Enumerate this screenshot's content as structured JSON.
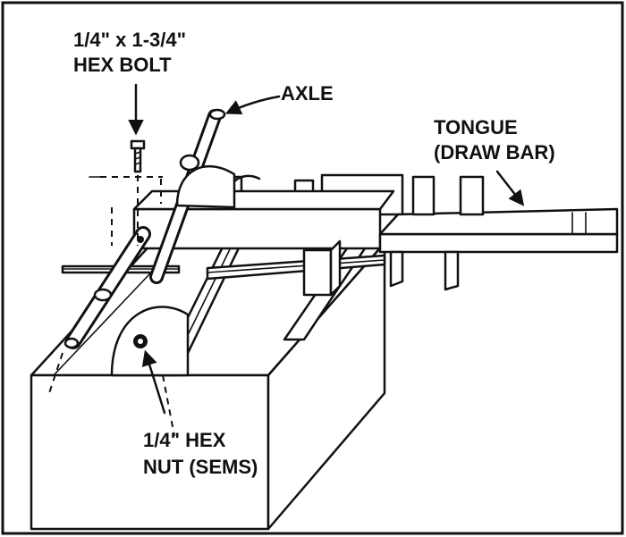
{
  "labels": {
    "bolt": [
      "1/4\" x 1-3/4\"",
      "HEX BOLT"
    ],
    "axle": "AXLE",
    "tongue": [
      "TONGUE",
      "(DRAW BAR)"
    ],
    "nut": [
      "1/4\" HEX",
      "NUT (SEMS)"
    ]
  }
}
